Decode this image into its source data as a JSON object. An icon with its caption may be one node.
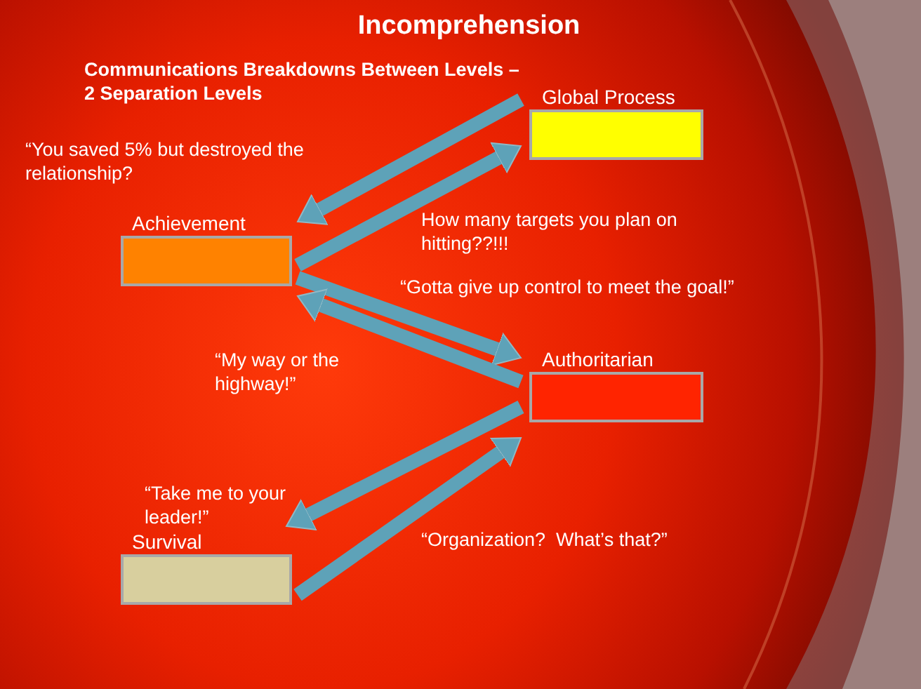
{
  "diagram": {
    "title": "Incomprehension",
    "nodes": [
      {
        "text": [
          "Global Process"
        ]
      },
      {
        "text": [
          "Achievement"
        ]
      },
      {
        "text": [
          "Authoritarian"
        ]
      },
      {
        "text": [
          "Survival"
        ]
      }
    ],
    "edges": [
      {
        "from": 0,
        "to": 1,
        "arrow": "to",
        "label": "“You saved 5% but destroyed the relationship?"
      },
      {
        "from": 1,
        "to": 0,
        "arrow": "to",
        "label": "How many targets you plan on hitting??!!!"
      },
      {
        "from": 1,
        "to": 2,
        "arrow": "to",
        "label": "“Gotta give up control to meet the goal!”"
      },
      {
        "from": 2,
        "to": 1,
        "arrow": "to",
        "label": "“My way or the highway!”"
      },
      {
        "from": 2,
        "to": 3,
        "arrow": "to",
        "label": "“Take me to your leader!”"
      },
      {
        "from": 3,
        "to": 2,
        "arrow": "to",
        "label": "“Organization?  What’s that?”"
      }
    ],
    "labels": [
      "Communications Breakdowns Between Levels – 2 Separation Levels"
    ]
  }
}
